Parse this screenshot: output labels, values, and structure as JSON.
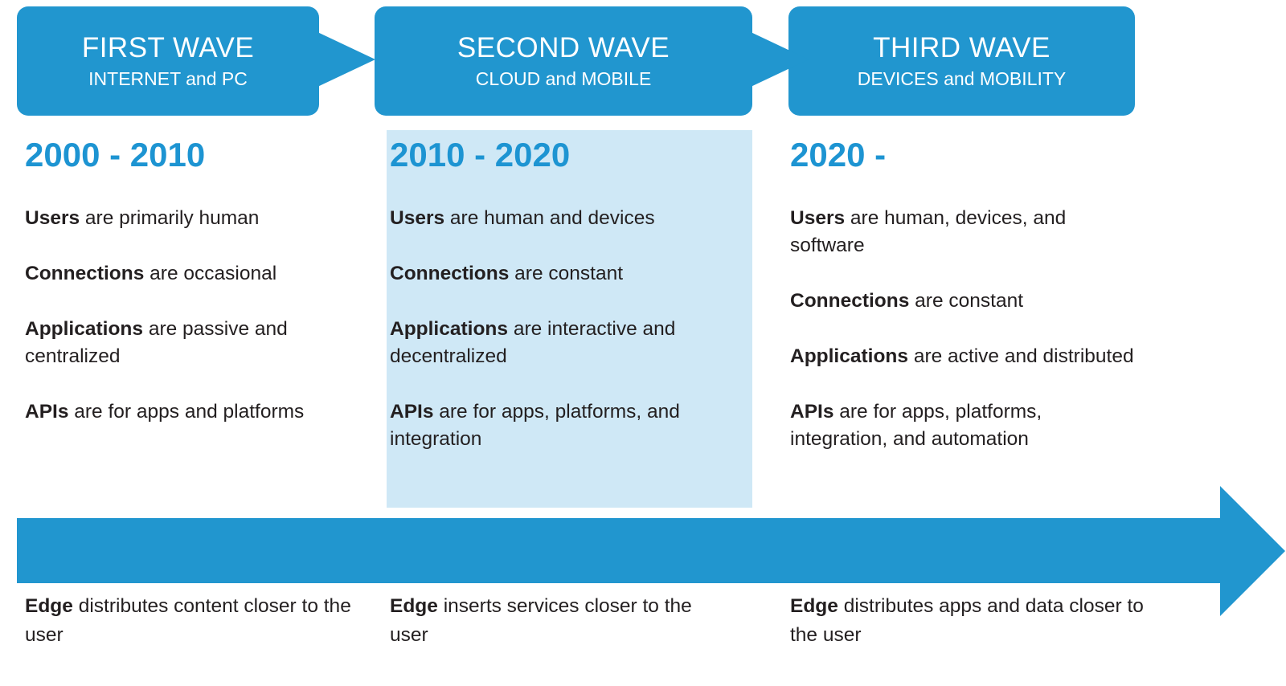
{
  "colors": {
    "brand_blue": "#2196cf",
    "year_blue": "#1d94d2",
    "highlight_panel": "#cfe8f6",
    "body_text": "#231f20",
    "header_text": "#ffffff"
  },
  "waves": [
    {
      "title": "FIRST WAVE",
      "subtitle": "INTERNET and PC",
      "years": "2000 - 2010",
      "highlighted": false,
      "facts": [
        {
          "lead": "Users",
          "rest": " are primarily human"
        },
        {
          "lead": "Connections",
          "rest": " are occasional"
        },
        {
          "lead": "Applications",
          "rest": " are passive and centralized"
        },
        {
          "lead": "APIs",
          "rest": " are for apps and platforms"
        }
      ],
      "edge_note": {
        "lead": "Edge",
        "rest": " distributes content closer to the user"
      }
    },
    {
      "title": "SECOND WAVE",
      "subtitle": "CLOUD and MOBILE",
      "years": "2010 - 2020",
      "highlighted": true,
      "facts": [
        {
          "lead": "Users",
          "rest": " are human and devices"
        },
        {
          "lead": "Connections",
          "rest": " are constant"
        },
        {
          "lead": "Applications",
          "rest": " are interactive and decentralized"
        },
        {
          "lead": "APIs",
          "rest": " are for apps, platforms, and integration"
        }
      ],
      "edge_note": {
        "lead": "Edge",
        "rest": " inserts services closer to the user"
      }
    },
    {
      "title": "THIRD WAVE",
      "subtitle": "DEVICES and MOBILITY",
      "years": "2020 -",
      "highlighted": false,
      "facts": [
        {
          "lead": "Users",
          "rest": " are human, devices, and software"
        },
        {
          "lead": "Connections",
          "rest": " are constant"
        },
        {
          "lead": "Applications",
          "rest": " are active and distributed"
        },
        {
          "lead": "APIs",
          "rest": " are for apps, platforms, integration, and automation"
        }
      ],
      "edge_note": {
        "lead": "Edge",
        "rest": " distributes apps and data closer to the user"
      }
    }
  ],
  "icons": {
    "connector_1": "right-arrow-icon",
    "connector_2": "right-arrow-icon",
    "timeline": "long-right-arrow-icon"
  }
}
